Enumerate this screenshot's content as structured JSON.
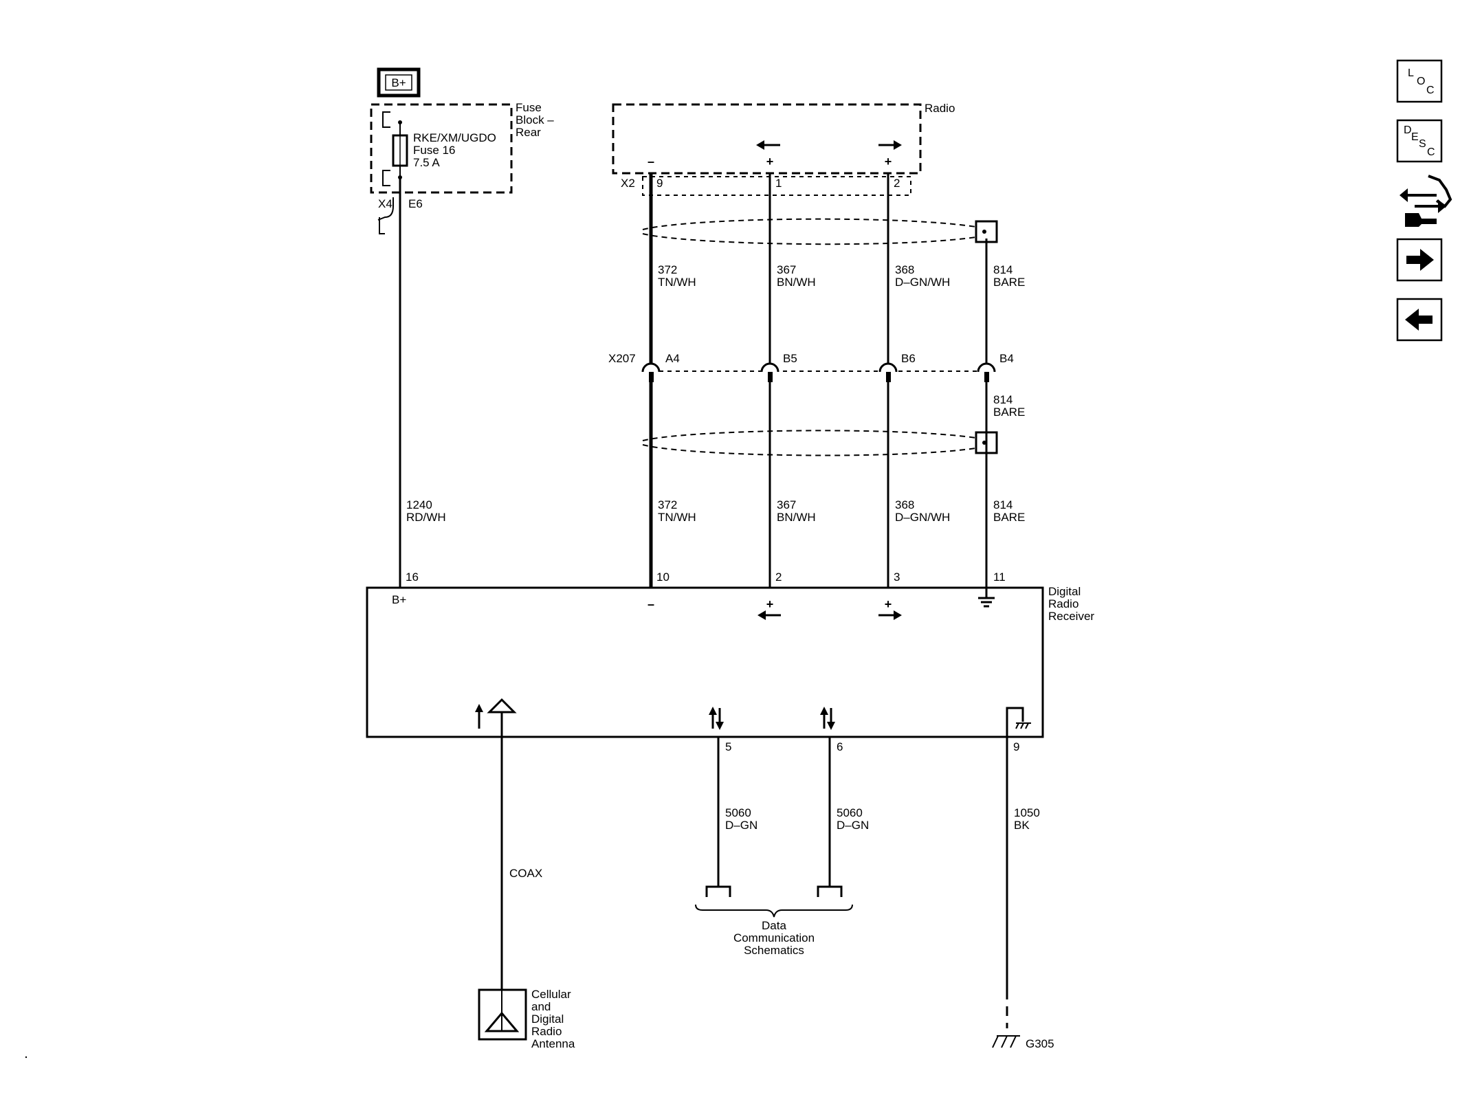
{
  "power": {
    "label": "B+"
  },
  "fuse_block": {
    "name_lines": [
      "Fuse",
      "Block –",
      "Rear"
    ],
    "fuse_lines": [
      "RKE/XM/UGDO",
      "Fuse 16",
      "7.5 A"
    ],
    "connector": "X4",
    "pin": "E6"
  },
  "radio": {
    "name": "Radio",
    "connector": "X2"
  },
  "radio_pins": [
    {
      "pin": "9",
      "symbol": "–"
    },
    {
      "pin": "1",
      "symbol": "+"
    },
    {
      "pin": "2",
      "symbol": "+"
    }
  ],
  "upper_wires": [
    {
      "circuit": "372",
      "color": "TN/WH"
    },
    {
      "circuit": "367",
      "color": "BN/WH"
    },
    {
      "circuit": "368",
      "color": "D–GN/WH"
    },
    {
      "circuit": "814",
      "color": "BARE"
    }
  ],
  "inline_connector": {
    "name": "X207",
    "pins": [
      "A4",
      "B5",
      "B6",
      "B4"
    ]
  },
  "drain_wire_mid": {
    "circuit": "814",
    "color": "BARE"
  },
  "lower_wires": [
    {
      "circuit": "372",
      "color": "TN/WH"
    },
    {
      "circuit": "367",
      "color": "BN/WH"
    },
    {
      "circuit": "368",
      "color": "D–GN/WH"
    },
    {
      "circuit": "814",
      "color": "BARE"
    }
  ],
  "power_wire": {
    "circuit": "1240",
    "color": "RD/WH"
  },
  "receiver": {
    "name_lines": [
      "Digital",
      "Radio",
      "Receiver"
    ],
    "top_pins": [
      "16",
      "10",
      "2",
      "3",
      "11"
    ],
    "b_plus_label": "B+",
    "top_symbols": [
      "–",
      "+",
      "+"
    ],
    "bottom_pins": [
      "5",
      "6",
      "9"
    ]
  },
  "coax": {
    "label": "COAX"
  },
  "antenna": {
    "name_lines": [
      "Cellular",
      "and",
      "Digital",
      "Radio",
      "Antenna"
    ]
  },
  "data_wires": [
    {
      "circuit": "5060",
      "color": "D–GN"
    },
    {
      "circuit": "5060",
      "color": "D–GN"
    }
  ],
  "data_comm": {
    "name_lines": [
      "Data",
      "Communication",
      "Schematics"
    ]
  },
  "ground_wire": {
    "circuit": "1050",
    "color": "BK"
  },
  "ground": {
    "name": "G305"
  },
  "nav": {
    "loc": {
      "letters": [
        "L",
        "O",
        "C"
      ],
      "icon": "loc-icon"
    },
    "desc": {
      "letters": [
        "D",
        "E",
        "S",
        "C"
      ],
      "icon": "desc-icon"
    },
    "connector": {
      "icon": "connector-icon"
    },
    "next": {
      "icon": "arrow-right-icon"
    },
    "prev": {
      "icon": "arrow-left-icon"
    }
  }
}
